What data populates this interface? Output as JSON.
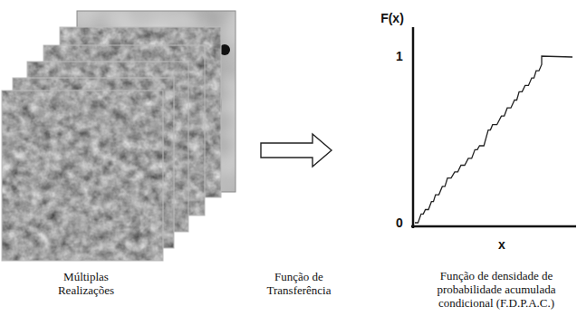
{
  "diagram": {
    "labels": [
      "Múltiplas Realizações",
      "Função de Transferência",
      "Função de densidade de probabilidade acumulada condicional (F.D.P.A.C.)",
      "F(x)",
      "1",
      "0",
      "x"
    ]
  }
}
